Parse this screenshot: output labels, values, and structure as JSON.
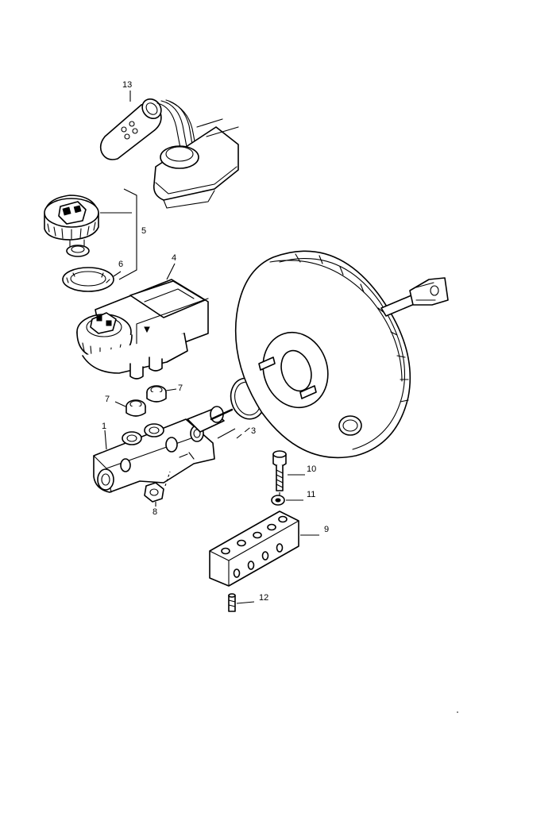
{
  "callouts": {
    "c1": "1",
    "c3": "3",
    "c4": "4",
    "c5": "5",
    "c6": "6",
    "c7a": "7",
    "c7b": "7",
    "c8": "8",
    "c9": "9",
    "c10": "10",
    "c11": "11",
    "c12": "12",
    "c13": "13"
  },
  "parts": [
    {
      "ref": "1",
      "icon": "brake-master-cylinder-icon"
    },
    {
      "ref": "3",
      "icon": "o-ring-seal-icon"
    },
    {
      "ref": "4",
      "icon": "brake-fluid-reservoir-icon"
    },
    {
      "ref": "5",
      "icon": "reservoir-cap-icon"
    },
    {
      "ref": "6",
      "icon": "cap-gasket-icon"
    },
    {
      "ref": "7",
      "icon": "reservoir-grommet-icon"
    },
    {
      "ref": "8",
      "icon": "hex-nut-icon"
    },
    {
      "ref": "9",
      "icon": "brake-line-distribution-block-icon"
    },
    {
      "ref": "10",
      "icon": "socket-head-bolt-icon"
    },
    {
      "ref": "11",
      "icon": "washer-icon"
    },
    {
      "ref": "12",
      "icon": "pin-icon"
    },
    {
      "ref": "13",
      "icon": "brake-fluid-bottle-icon"
    }
  ],
  "unlabeled": [
    {
      "icon": "brake-booster-icon"
    }
  ]
}
